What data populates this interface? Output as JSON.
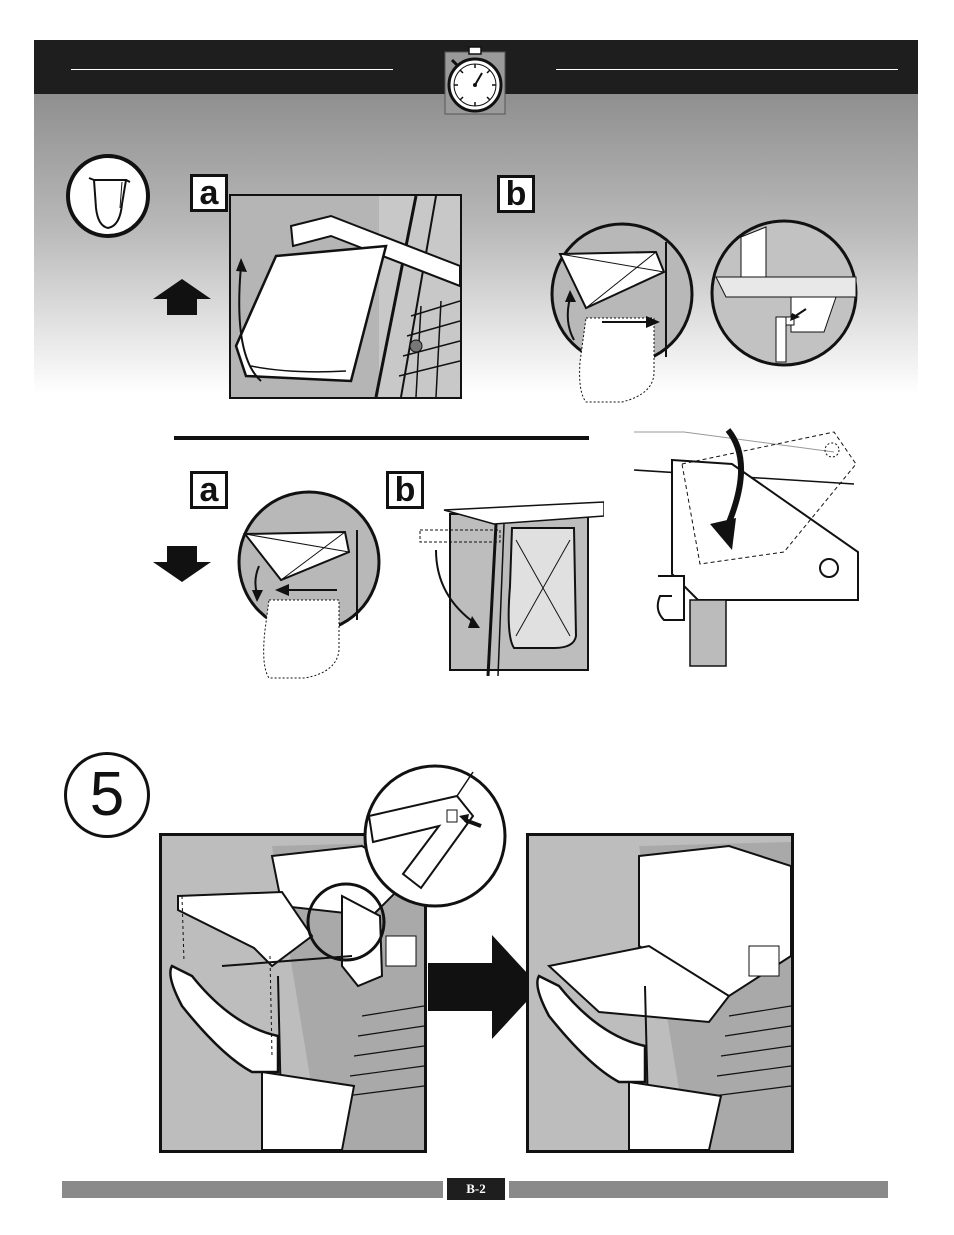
{
  "step_number": "5",
  "page_number": "B-2",
  "panel_labels": {
    "top_a": "a",
    "top_b": "b",
    "bottom_a": "a",
    "bottom_b": "b"
  },
  "icons": {
    "timer": "stopwatch-icon",
    "up": "arrow-up-icon",
    "down": "arrow-down-icon",
    "next": "arrow-right-icon"
  },
  "colors": {
    "header": "#1e1e1e",
    "panel_grey": "#b5b5b5",
    "footer_bar": "#8a8a8a"
  }
}
